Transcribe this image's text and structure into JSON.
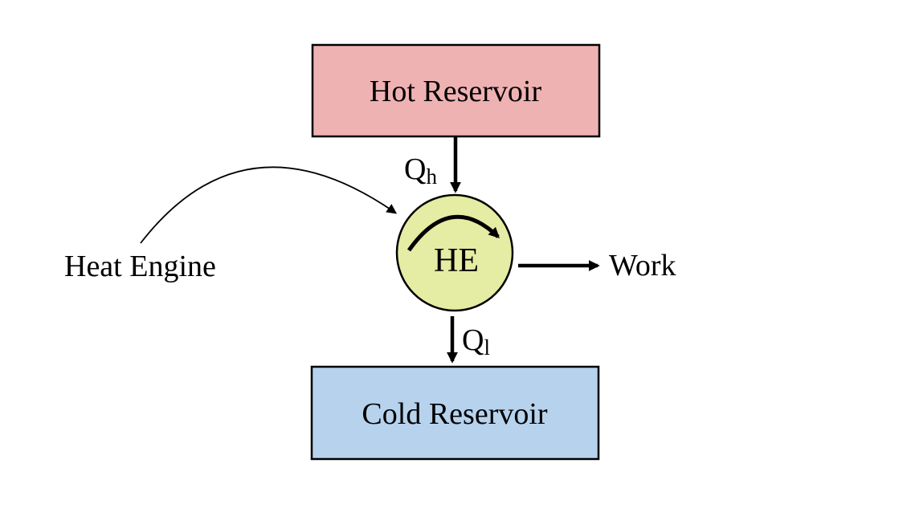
{
  "diagram": {
    "background": "#ffffff",
    "stroke": "#000000",
    "hot_reservoir": {
      "label": "Hot Reservoir",
      "fill": "#efb2b2"
    },
    "cold_reservoir": {
      "label": "Cold Reservoir",
      "fill": "#b7d2ed"
    },
    "engine": {
      "label": "HE",
      "fill": "#e5eca3"
    },
    "caption": {
      "heat_engine": "Heat Engine"
    },
    "flows": {
      "q_h": {
        "symbol": "Q",
        "subscript": "h"
      },
      "q_l": {
        "symbol": "Q",
        "subscript": "l"
      },
      "work": {
        "label": "Work"
      }
    }
  }
}
